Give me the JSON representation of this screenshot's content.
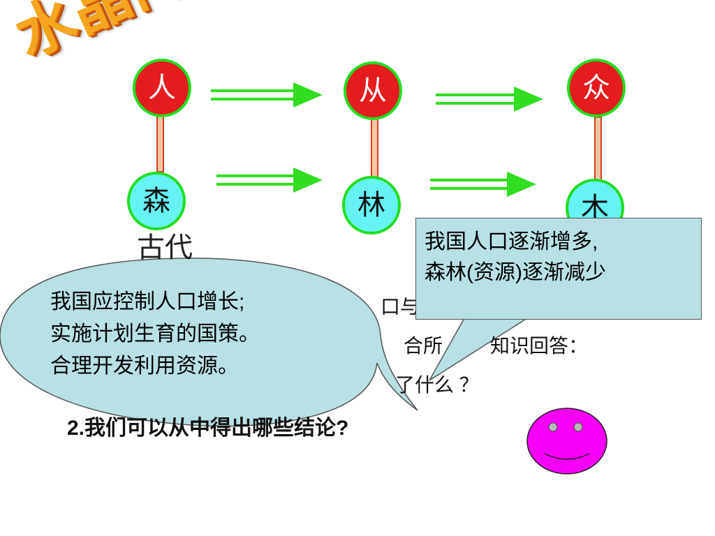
{
  "title_logo": "水晶门",
  "nodes": {
    "top": [
      "人",
      "从",
      "众"
    ],
    "bottom": [
      "森",
      "林",
      "木"
    ]
  },
  "era_label": "古代",
  "hidden_lines": {
    "line1_tail": "口与",
    "line2_part1": "合所",
    "line2_part2": "知识回答：",
    "line3_tail": "了什么 ？",
    "question2": "2.我们可以从中得出哪些结论?"
  },
  "callout_right": {
    "line1": "我国人口逐渐增多,",
    "line2": "森林(资源)逐渐减少"
  },
  "callout_left": {
    "line1": "我国应控制人口增长;",
    "line2": "实施计划生育的国策。",
    "line3": "合理开发利用资源。"
  },
  "colors": {
    "node_red": "#e41c1c",
    "node_cyan": "#66f3f3",
    "node_border": "#22dd22",
    "arrow": "#33dd22",
    "callout_fill": "#b9e0e4",
    "smiley": "#f700f7",
    "title_logo": "#f5a61e"
  }
}
